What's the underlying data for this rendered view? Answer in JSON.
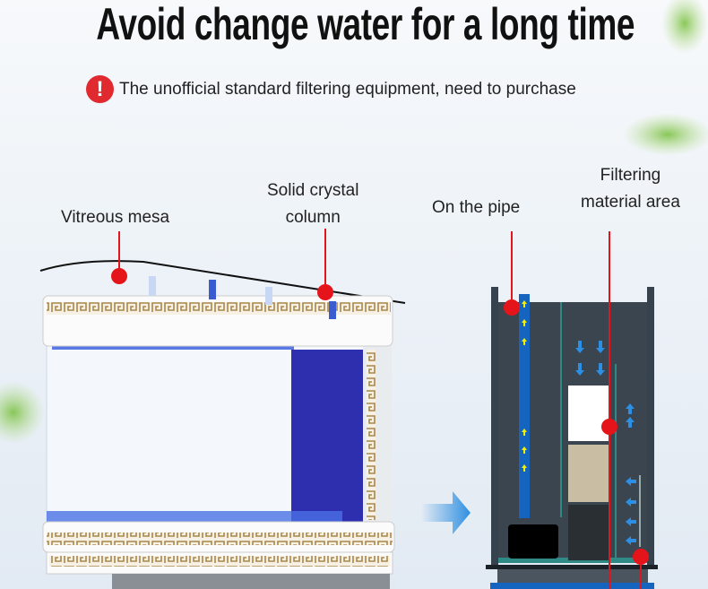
{
  "title": "Avoid change water for a long time",
  "notice": {
    "icon": "exclamation-icon",
    "text": "The unofficial standard filtering equipment, need to purchase"
  },
  "labels": {
    "vitreous_mesa": "Vitreous mesa",
    "solid_crystal_1": "Solid crystal",
    "solid_crystal_2": "column",
    "on_the_pipe": "On the pipe",
    "filtering_1": "Filtering",
    "filtering_2": "material area"
  },
  "colors": {
    "accent": "#e5141b",
    "pipe": "#1565c0",
    "water_arrow": "#2b8fe6",
    "flow_arrow": "#f4f000"
  }
}
